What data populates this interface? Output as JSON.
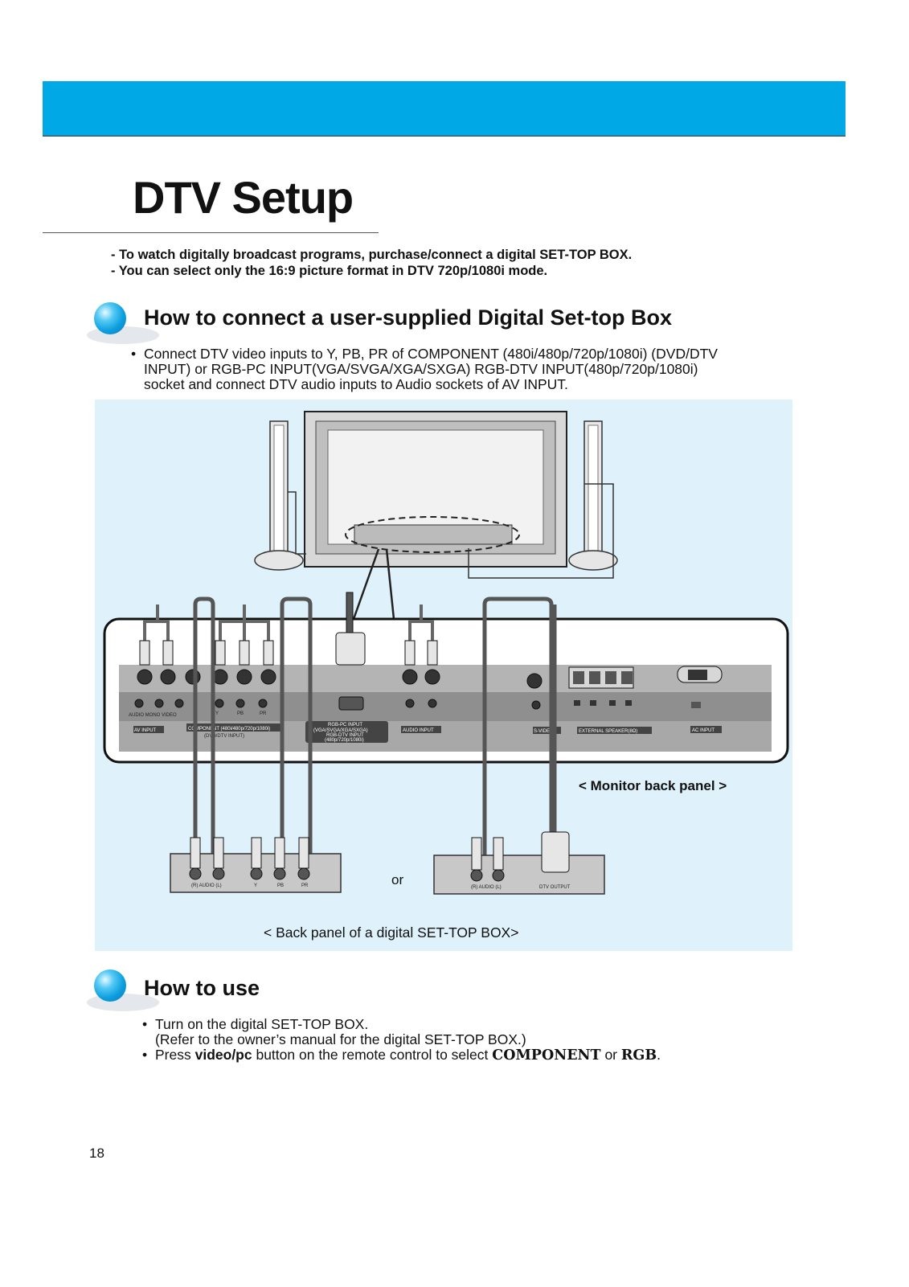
{
  "page_title": "DTV Setup",
  "notes": [
    "- To watch digitally broadcast programs, purchase/connect a digital SET-TOP BOX.",
    "- You can select only the 16:9 picture format in DTV 720p/1080i mode."
  ],
  "section1": {
    "heading": "How to connect a user-supplied Digital Set-top Box",
    "bullet_lines": [
      "Connect DTV video inputs to Y, PB, PR of COMPONENT (480i/480p/720p/1080i) (DVD/DTV",
      "INPUT) or RGB-PC INPUT(VGA/SVGA/XGA/SXGA) RGB-DTV INPUT(480p/720p/1080i)",
      "socket and connect DTV audio inputs to Audio sockets of AV INPUT."
    ]
  },
  "diagram": {
    "monitor_back_panel_label": "< Monitor back panel >",
    "or_label": "or",
    "stb_caption": "< Back panel of a digital SET-TOP BOX>",
    "panel_labels": {
      "av_input": "AV INPUT",
      "audio_video": "AUDIO MONO VIDEO",
      "component": "COMPONENT (480i/480p/720p/1080i)",
      "component_sub": "(DVD/DTV INPUT)",
      "y": "Y",
      "pb": "PB",
      "pr": "PR",
      "rgb_pc": "RGB-PC INPUT",
      "rgb_pc_sub": "(VGA/SVGA/XGA/SXGA)",
      "rgb_dtv": "RGB-DTV INPUT",
      "rgb_dtv_sub": "(480p/720p/1080i)",
      "audio_input": "AUDIO INPUT",
      "s_video": "S-VIDEO",
      "external_speaker": "EXTERNAL SPEAKER(8Ω)",
      "ac_input": "AC INPUT"
    },
    "stb1_labels": {
      "audio": "(R) AUDIO (L)",
      "y": "Y",
      "pb": "PB",
      "pr": "PR"
    },
    "stb2_labels": {
      "audio": "(R) AUDIO (L)",
      "dtv_output": "DTV OUTPUT"
    }
  },
  "section2": {
    "heading": "How to use",
    "bullets": [
      {
        "line1": "Turn on the digital SET-TOP BOX.",
        "line2": "(Refer to the owner’s manual for the digital SET-TOP BOX.)"
      },
      {
        "prefix": "Press ",
        "button": "video/pc",
        "middle": " button on the remote control to select ",
        "opt1": "COMPONENT",
        "or": " or ",
        "opt2": "RGB",
        "end": "."
      }
    ]
  },
  "page_number": "18",
  "colors": {
    "header_band": "#00a8e6",
    "diagram_bg": "#dff1fb"
  }
}
